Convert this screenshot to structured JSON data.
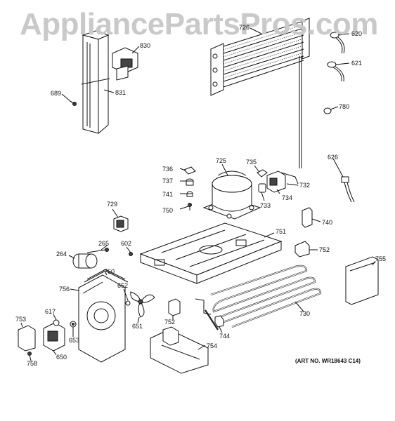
{
  "watermark": "AppliancePartsPros.com",
  "art_number": "(ART NO. WR18643 C14)",
  "callouts": {
    "c726": "726",
    "c620": "620",
    "c621": "621",
    "c780": "780",
    "c830": "830",
    "c689": "689",
    "c831": "831",
    "c725": "725",
    "c735": "735",
    "c736": "736",
    "c737": "737",
    "c741": "741",
    "c750": "750",
    "c732": "732",
    "c733": "733",
    "c734": "734",
    "c626": "626",
    "c729": "729",
    "c740": "740",
    "c751": "751",
    "c265": "265",
    "c602": "602",
    "c264": "264",
    "c752a": "752",
    "c755": "755",
    "c760": "760",
    "c756": "756",
    "c652": "652",
    "c651": "651",
    "c752b": "752",
    "c730": "730",
    "c617": "617",
    "c753": "753",
    "c653": "653",
    "c744": "744",
    "c754": "754",
    "c650": "650",
    "c758": "758"
  }
}
